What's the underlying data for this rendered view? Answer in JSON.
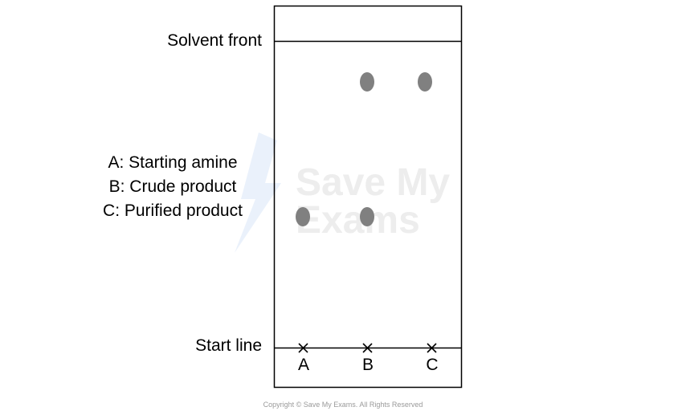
{
  "labels": {
    "solvent_front": "Solvent front",
    "start_line": "Start line"
  },
  "legend": [
    "A: Starting amine",
    "B: Crude product",
    "C: Purified product"
  ],
  "lanes": [
    "A",
    "B",
    "C"
  ],
  "watermark": {
    "line1": "Save My",
    "line2": "Exams"
  },
  "copyright": "Copyright © Save My Exams. All Rights Reserved",
  "colors": {
    "spot": "#7f7f7f",
    "line": "#000000",
    "watermark": "#ececec"
  }
}
